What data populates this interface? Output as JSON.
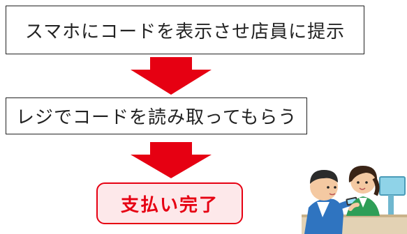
{
  "steps": [
    {
      "label": "スマホにコードを表示させ店員に提示"
    },
    {
      "label": "レジでコードを読み取ってもらう"
    }
  ],
  "final": {
    "label": "支払い完了"
  },
  "colors": {
    "arrow": "#e60012",
    "final_border": "#e60012",
    "final_bg": "#fde8ea",
    "final_text": "#e60012"
  },
  "illustration": {
    "icon": "checkout-smartphone-illustration"
  }
}
